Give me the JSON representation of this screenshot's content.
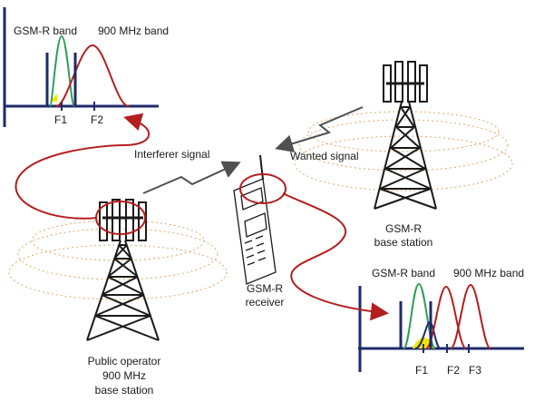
{
  "labels": {
    "gsmr_band": "GSM-R band",
    "band_900": "900 MHz band",
    "f1": "F1",
    "f2": "F2",
    "f3": "F3",
    "interferer": "Interferer signal",
    "wanted": "Wanted signal",
    "bs_gsmr_line1": "GSM-R",
    "bs_gsmr_line2": "base station",
    "receiver_line1": "GSM-R",
    "receiver_line2": "receiver",
    "public_line1": "Public operator",
    "public_line2": "900 MHz",
    "public_line3": "base station"
  },
  "colors": {
    "axis": "#1f2a6b",
    "gsmr_curve": "#2e9e5b",
    "band_900_curve": "#b41e1e",
    "overlap": "#f2e600",
    "link": "#b41e1e",
    "signal": "#505050",
    "ripple": "#e0a86a",
    "tower": "#1a1a1a"
  }
}
